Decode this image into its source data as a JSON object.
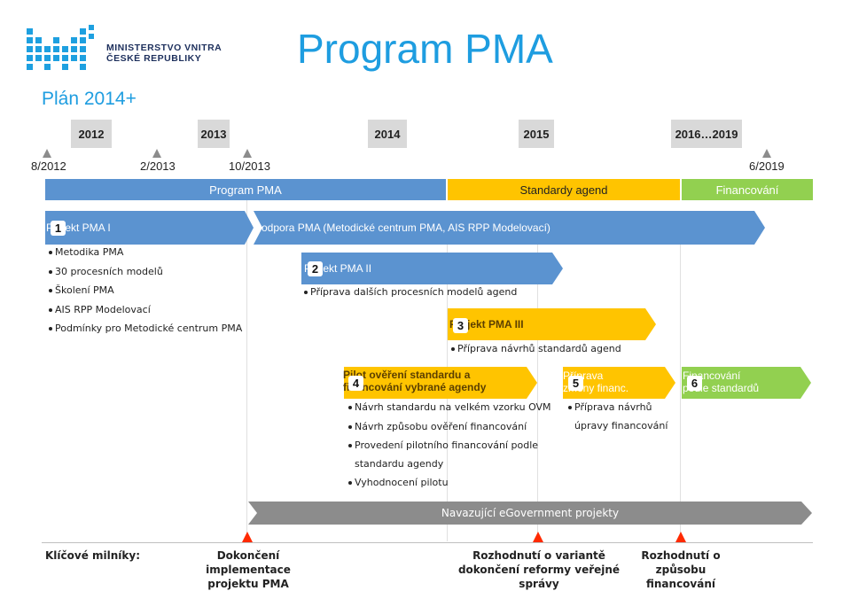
{
  "logo": {
    "line1": "MINISTERSTVO VNITRA",
    "line2": "ČESKÉ REPUBLIKY"
  },
  "title": "Program PMA",
  "subtitle": "Plán 2014+",
  "years": [
    "2012",
    "2013",
    "2014",
    "2015",
    "2016…2019"
  ],
  "dates": [
    "8/2012",
    "2/2013",
    "10/2013",
    "6/2019"
  ],
  "phases": [
    "Program PMA",
    "Standardy agend",
    "Financování"
  ],
  "colors": {
    "blue": "#5b93d0",
    "yellow": "#ffc400",
    "green": "#92d050",
    "grey": "#8c8c8c",
    "red": "#ff2a00",
    "title": "#1e9de0"
  },
  "projects": {
    "p1": {
      "label": "Projekt PMA I",
      "number": "1"
    },
    "p1b": {
      "label": "Podpora PMA (Metodické centrum PMA, AIS RPP Modelovací)"
    },
    "p1_items": [
      "Metodika PMA",
      "30 procesních modelů",
      "Školení PMA",
      "AIS RPP Modelovací",
      "Podmínky pro Metodické centrum PMA"
    ],
    "p2": {
      "label": "Projekt PMA II",
      "number": "2",
      "items": [
        "Příprava dalších procesních modelů agend"
      ]
    },
    "p3": {
      "label": "Projekt PMA III",
      "number": "3",
      "items": [
        "Příprava návrhů standardů agend"
      ]
    },
    "p4": {
      "line1": "Pilot ověření standardu a",
      "line2": "financování vybrané agendy",
      "number": "4",
      "items": [
        "Návrh standardu na velkém vzorku OVM",
        "Návrh způsobu ověření financování",
        "Provedení pilotního financování podle",
        "standardu agendy",
        "Vyhodnocení pilotu"
      ]
    },
    "p5": {
      "line1": "Příprava",
      "line2": "změny financ.",
      "number": "5",
      "items": [
        "Příprava návrhů",
        "úpravy financování"
      ]
    },
    "p6": {
      "line1": "Financování",
      "line2": "podle standardů",
      "number": "6"
    }
  },
  "egov": "Navazující eGovernment projekty",
  "milestones": {
    "label": "Klíčové milníky:",
    "m1": [
      "Dokončení implementace",
      "projektu PMA"
    ],
    "m2": [
      "Rozhodnutí o variantě",
      "dokončení reformy veřejné",
      "správy"
    ],
    "m3": [
      "Rozhodnutí o způsobu",
      "financování"
    ]
  }
}
